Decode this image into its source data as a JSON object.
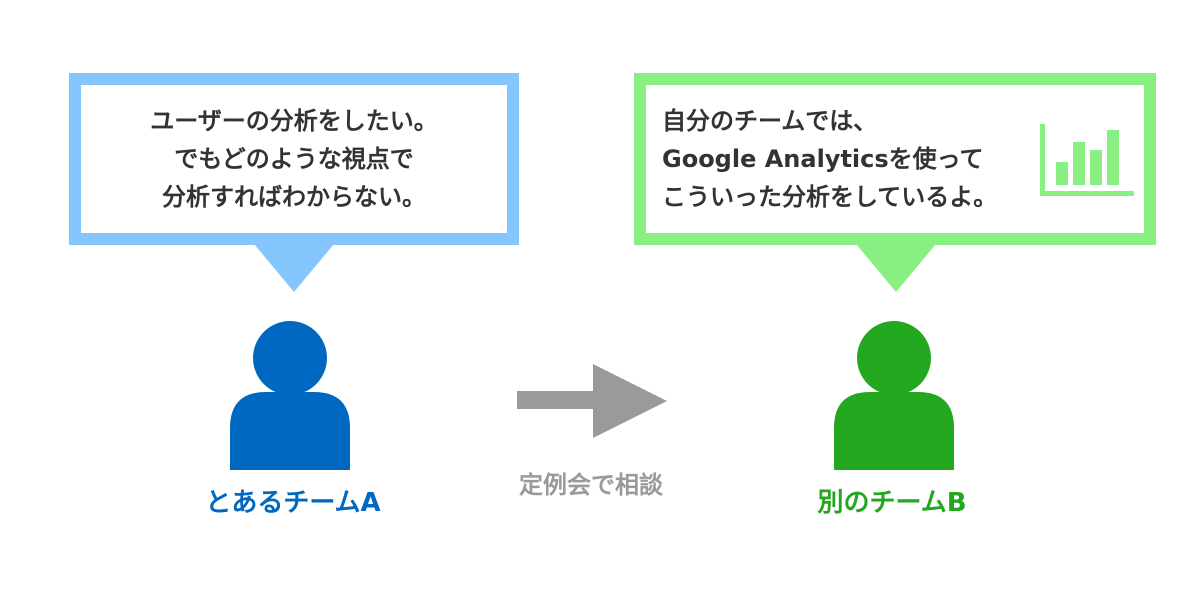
{
  "bubble_a": {
    "lines": [
      "ユーザーの分析をしたい。",
      "でもどのような視点で",
      "分析すればわからない。"
    ]
  },
  "bubble_b": {
    "lines": [
      "自分のチームでは、",
      "Google Analyticsを使って",
      "こういった分析をしているよ。"
    ]
  },
  "team_a": {
    "label": "とあるチームA"
  },
  "team_b": {
    "label": "別のチームB"
  },
  "arrow": {
    "label": "定例会で相談"
  },
  "colors": {
    "team_a": "#0068c0",
    "team_a_bubble": "#85c6ff",
    "team_b": "#23a71f",
    "team_b_bubble": "#8aef82",
    "arrow": "#9a9a9a"
  },
  "icons": {
    "person_a": "person-icon",
    "person_b": "person-icon",
    "chart": "bar-chart-icon",
    "arrow": "right-arrow-icon"
  }
}
